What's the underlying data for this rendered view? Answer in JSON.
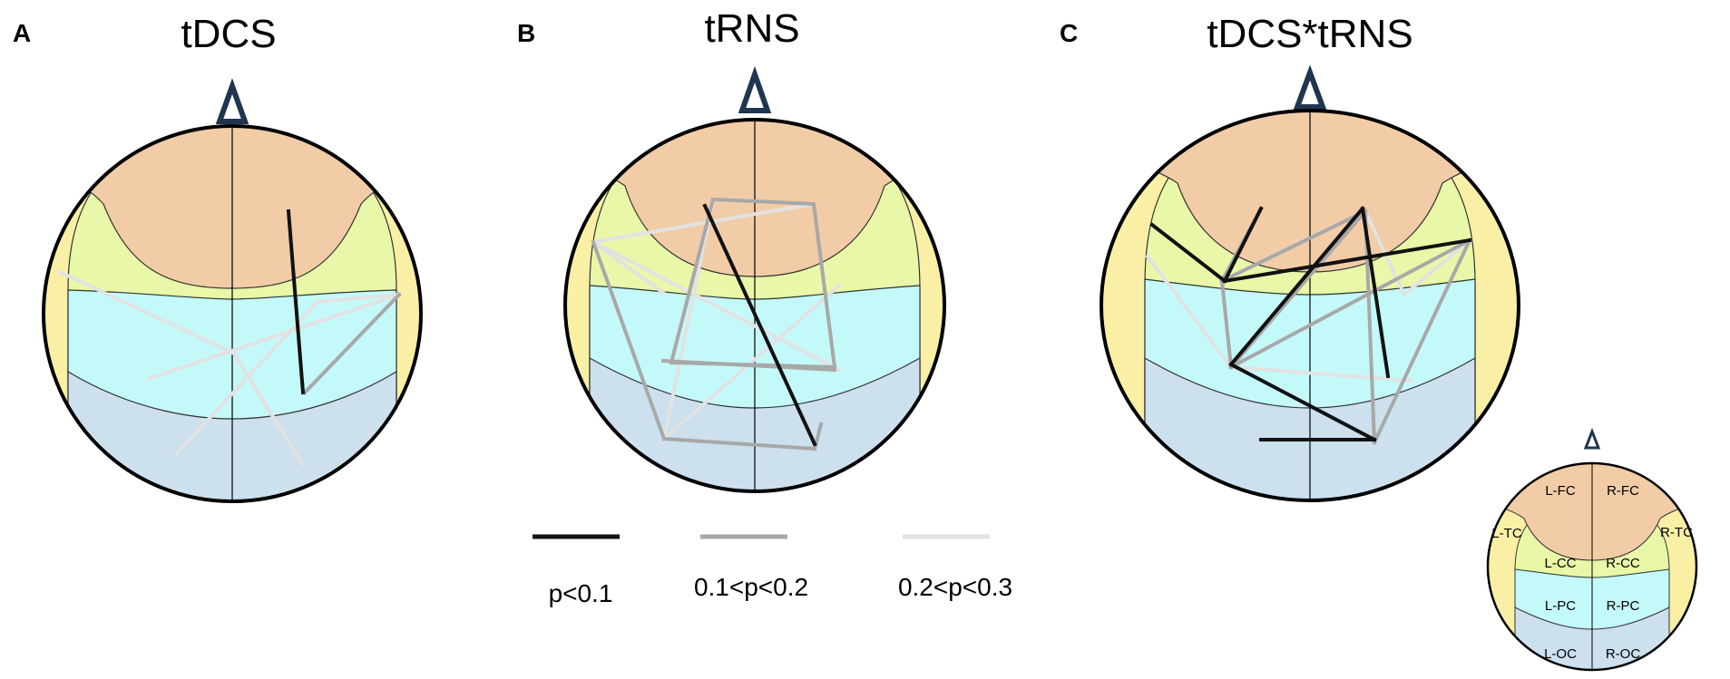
{
  "colors": {
    "frontal": "#F2CCA6",
    "temporal": "#F9F0A6",
    "central": "#E8F8A8",
    "parietal": "#C4F9F9",
    "occipital": "#CCE0EE",
    "outline": "#000000",
    "nose": "#1F3550",
    "p_lt_01": "#111111",
    "p_01_02": "#A8A8A8",
    "p_02_03": "#E2E2E2"
  },
  "panels": [
    {
      "letter": "A",
      "title": "tDCS"
    },
    {
      "letter": "B",
      "title": "tRNS"
    },
    {
      "letter": "C",
      "title": "tDCS*tRNS"
    }
  ],
  "legend": [
    {
      "label": "p<0.1",
      "color_key": "p_lt_01"
    },
    {
      "label": "0.1<p<0.2",
      "color_key": "p_01_02"
    },
    {
      "label": "0.2<p<0.3",
      "color_key": "p_02_03"
    }
  ],
  "key_map": {
    "regions": [
      "L-FC",
      "R-FC",
      "L-TC",
      "R-TC",
      "L-CC",
      "R-CC",
      "L-PC",
      "R-PC",
      "L-OC",
      "R-OC"
    ]
  }
}
